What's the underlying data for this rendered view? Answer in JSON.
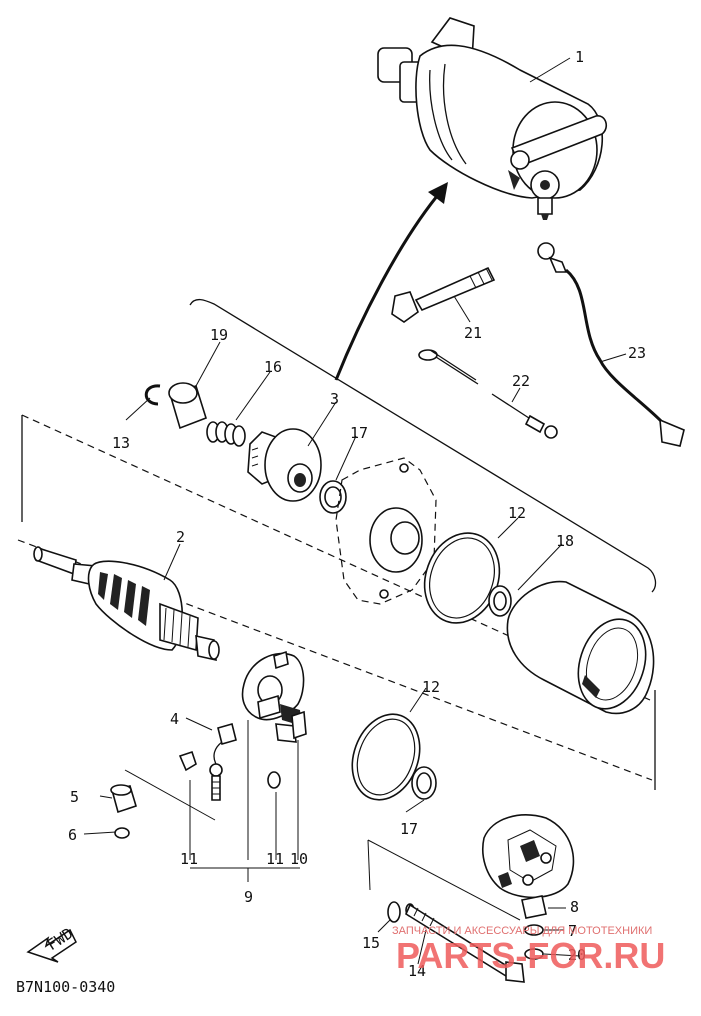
{
  "diagram": {
    "part_labels": [
      "1",
      "2",
      "3",
      "4",
      "5",
      "6",
      "7",
      "8",
      "9",
      "10",
      "11",
      "11",
      "12",
      "12",
      "13",
      "14",
      "15",
      "16",
      "17",
      "17",
      "18",
      "19",
      "20",
      "21",
      "22",
      "23"
    ],
    "fwd_label": "FWD",
    "code": "B7N100-0340"
  },
  "watermark": {
    "line1": "ЗАПЧАСТИ И АКСЕССУАРЫ ДЛЯ МОТОТЕХНИКИ",
    "line2": "PARTS-FOR.RU"
  },
  "colors": {
    "ink": "#111111",
    "watermark": "#ef5b5b"
  }
}
